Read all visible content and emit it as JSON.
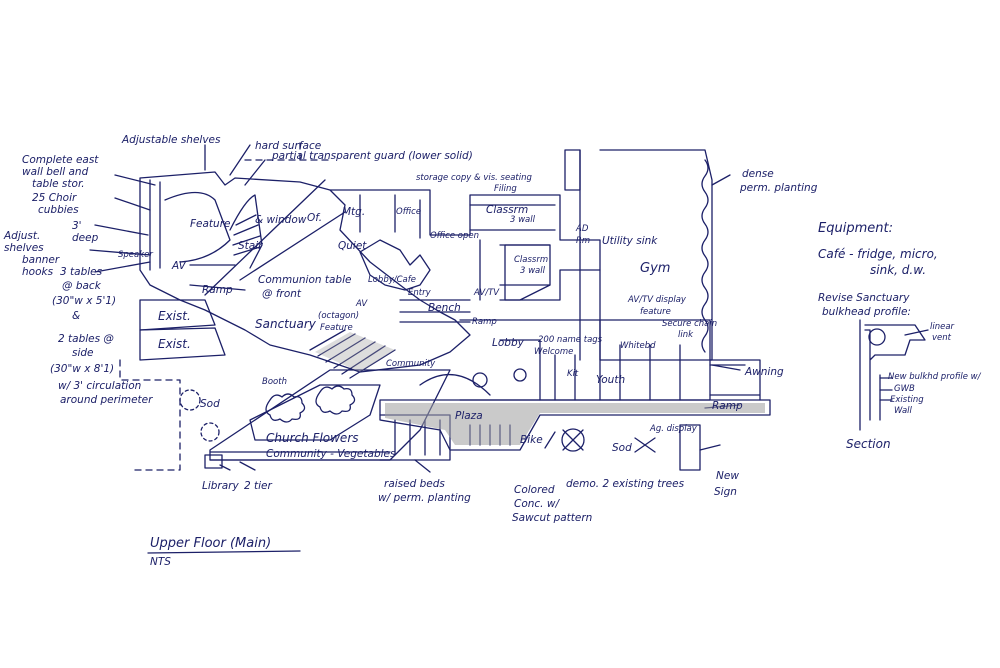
{
  "colors": {
    "ink": "#1c2068",
    "shade": "#9e9e9e",
    "paper": "#ffffff"
  },
  "labels": {
    "adjustable_shelves": "Adjustable shelves",
    "hard_surface": "hard surface",
    "partial_guard": "partial transparent guard (lower solid)",
    "complete_east_1": "Complete east",
    "complete_east_2": "wall bell and",
    "complete_east_3": "table stor.",
    "choir_cubbies_1": "25 Choir",
    "choir_cubbies_2": "cubbies",
    "deep_1": "3'",
    "deep_2": "deep",
    "adjust_shelves_1": "Adjust.",
    "adjust_shelves_2": "shelves",
    "banner_hooks_1": "banner",
    "banner_hooks_2": "hooks",
    "tables_back_1": "3 tables",
    "tables_back_2": "@ back",
    "tables_back_3": "(30\"w x 5'1)",
    "amp": "&",
    "tables_side_1": "2 tables @",
    "tables_side_2": "side",
    "tables_side_3": "(30\"w x 8'1)",
    "circulation_1": "w/ 3' circulation",
    "circulation_2": "around perimeter",
    "speaker": "Speaker",
    "feature": "Feature",
    "av": "AV",
    "window": "& window",
    "stair": "Stair",
    "ramp": "Ramp",
    "exist_1": "Exist.",
    "exist_2": "Exist.",
    "communion_1": "Communion table",
    "communion_2": "@ front",
    "sanctuary": "Sanctuary",
    "octagon_1": "(octagon)",
    "octagon_2": "Feature",
    "av_2": "AV",
    "of": "Of.",
    "mtg": "Mtg.",
    "office_1": "Office",
    "quiet": "Quiet",
    "storage_copy": "storage copy & vis. seating",
    "filing": "Filing",
    "office_open": "Office open",
    "classrm_1": "Classrm",
    "classrm_1b": "3 wall",
    "classrm_2": "Classrm",
    "classrm_2b": "3 wall",
    "lobby_cafe": "Lobby/Cafe",
    "entry": "Entry",
    "bench": "Bench",
    "av_tv": "AV/TV",
    "ramp_2": "Ramp",
    "ad": "AD",
    "rm": "Rm",
    "utility_sink": "Utility sink",
    "gym": "Gym",
    "av_tv_display_1": "AV/TV display",
    "av_tv_display_2": "feature",
    "secure_chain_1": "Secure chain",
    "secure_chain_2": "link",
    "lobby": "Lobby",
    "name_tag_1": "200 name tags",
    "name_tag_2": "Welcome",
    "whiteboard": "Whitebd",
    "kit": "Kit",
    "youth": "Youth",
    "awning": "Awning",
    "ramp_3": "Ramp",
    "booth": "Booth",
    "community": "Community",
    "plaza": "Plaza",
    "bike": "Bike",
    "sod_1": "Sod",
    "sod_2": "Sod",
    "church_flowers": "Church Flowers",
    "community_veg": "Community - Vegetables",
    "library": "Library",
    "two_tier": "2 tier",
    "raised_beds_1": "raised beds",
    "raised_beds_2": "w/ perm. planting",
    "colored_1": "Colored",
    "colored_2": "Conc. w/",
    "colored_3": "Sawcut pattern",
    "demo_trees": "demo. 2 existing trees",
    "ag_display": "Ag. display",
    "new_sign_1": "New",
    "new_sign_2": "Sign",
    "dense_planting_1": "dense",
    "dense_planting_2": "perm. planting",
    "equipment": "Equipment:",
    "equip_1": "Café - fridge, micro,",
    "equip_2": "sink, d.w.",
    "revise_1": "Revise Sanctuary",
    "revise_2": "bulkhead profile:",
    "linear_1": "linear",
    "linear_2": "vent",
    "new_bulkhead_1": "New bulkhd profile w/",
    "new_bulkhead_2": "GWB",
    "existing_1": "Existing",
    "existing_2": "Wall",
    "section": "Section",
    "title": "Upper Floor (Main)",
    "nts": "NTS"
  }
}
